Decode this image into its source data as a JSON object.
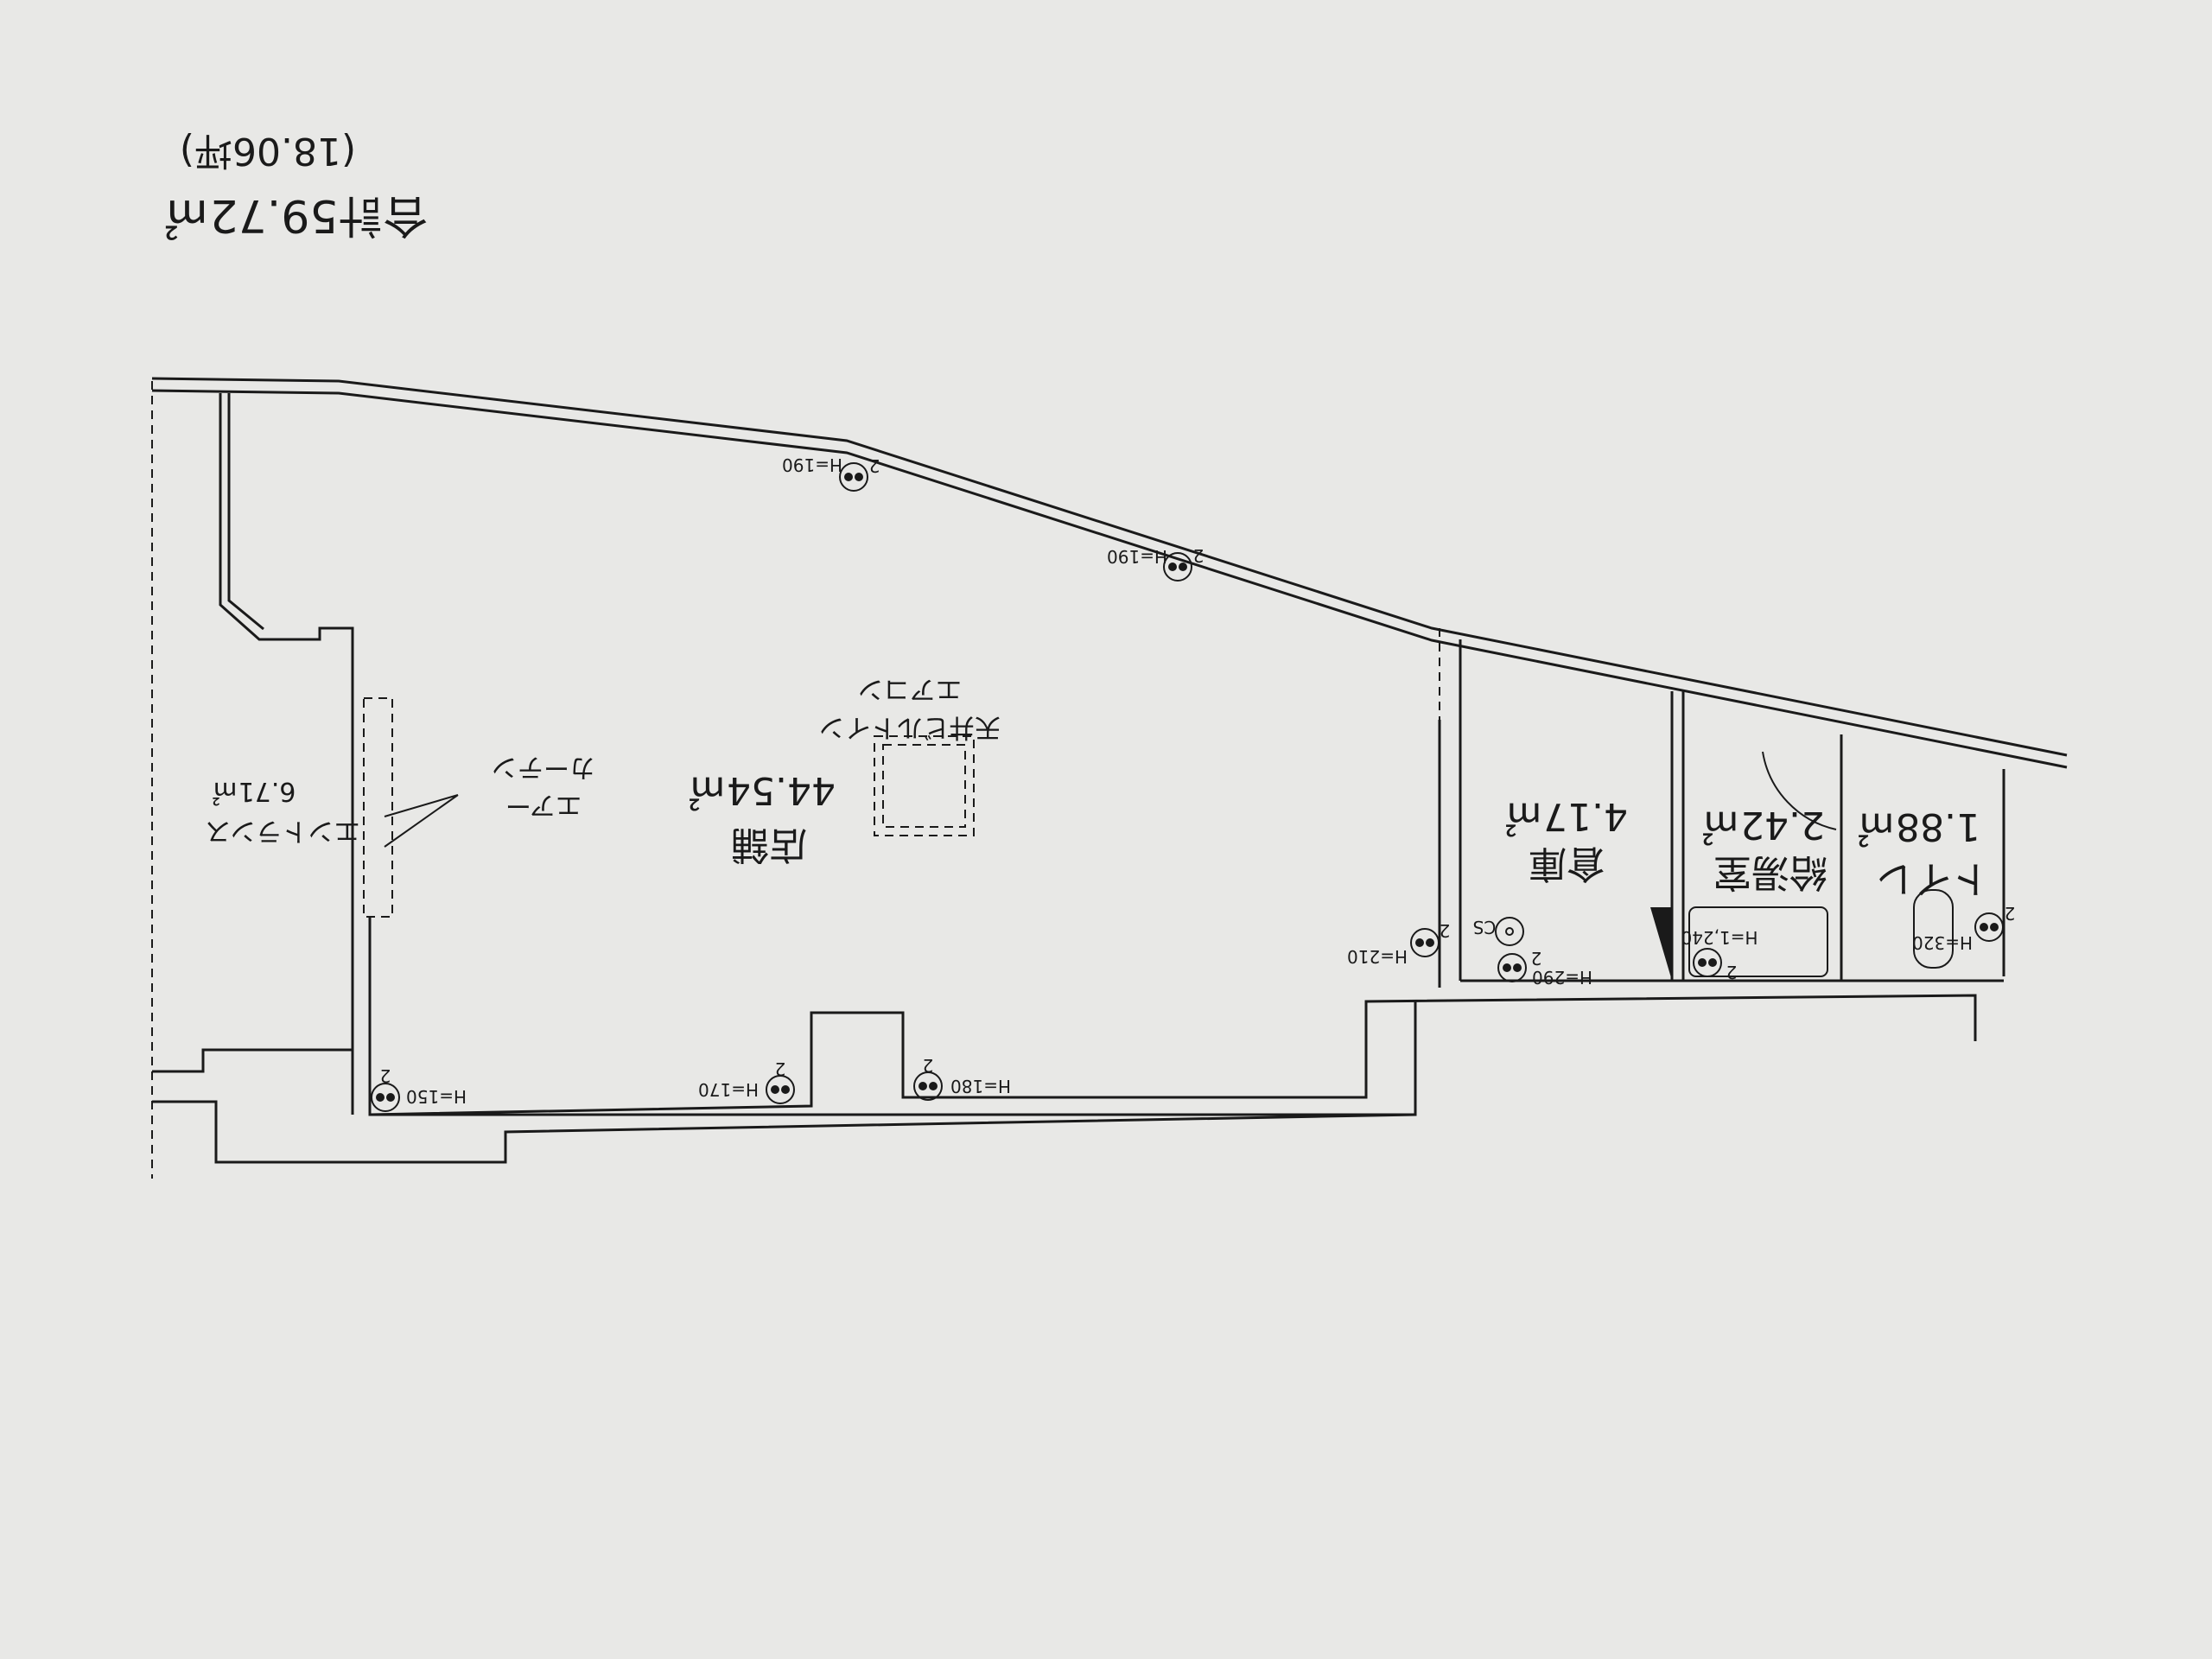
{
  "total": {
    "area": "合計59.72㎡",
    "tsubo": "(18.06坪)"
  },
  "rooms": {
    "store": {
      "name": "店舗",
      "area": "44.54㎡"
    },
    "entrance": {
      "name": "エントランス",
      "area": "6.71㎡"
    },
    "storage": {
      "name": "倉庫",
      "area": "4.17㎡"
    },
    "kitchenette": {
      "name": "給湯室",
      "area": "2.42㎡"
    },
    "toilet": {
      "name": "トイレ",
      "area": "1.88㎡"
    }
  },
  "equipment": {
    "ac_line1": "天井ビルトイン",
    "ac_line2": "エアコン",
    "curtain_line1": "エアー",
    "curtain_line2": "カーテン"
  },
  "outlets": [
    {
      "height": "H=190",
      "count": "2"
    },
    {
      "height": "H=190",
      "count": "2"
    },
    {
      "height": "H=150",
      "count": "2"
    },
    {
      "height": "H=170",
      "count": "2"
    },
    {
      "height": "H=180",
      "count": "2"
    },
    {
      "height": "H=210",
      "count": "2"
    },
    {
      "height": "H=290",
      "count": "2"
    },
    {
      "height": "H=1,240",
      "count": "2"
    },
    {
      "height": "H=320",
      "count": "2"
    }
  ],
  "cs_label": "CS"
}
